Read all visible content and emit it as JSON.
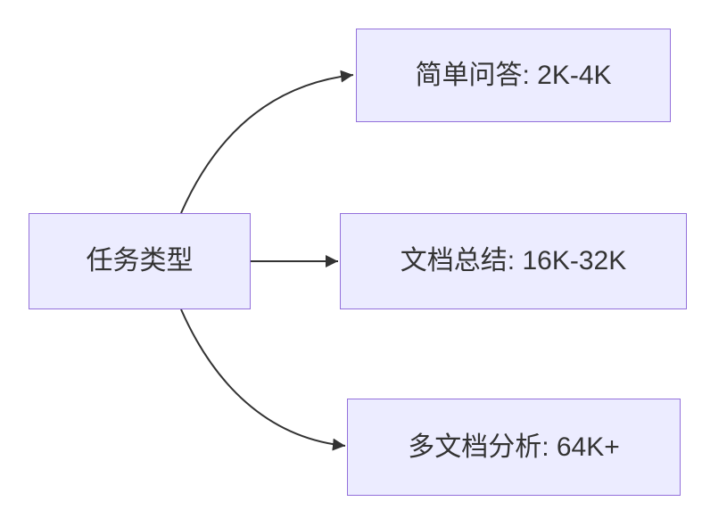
{
  "diagram": {
    "type": "flowchart",
    "direction": "left-to-right",
    "root": {
      "label": "任务类型"
    },
    "branches": [
      {
        "label": "简单问答: 2K-4K"
      },
      {
        "label": "文档总结: 16K-32K"
      },
      {
        "label": "多文档分析: 64K+"
      }
    ],
    "colors": {
      "node_fill": "#ECECFF",
      "node_border": "#9370DB",
      "edge": "#333333",
      "text": "#333333",
      "background": "#FFFFFF"
    }
  }
}
